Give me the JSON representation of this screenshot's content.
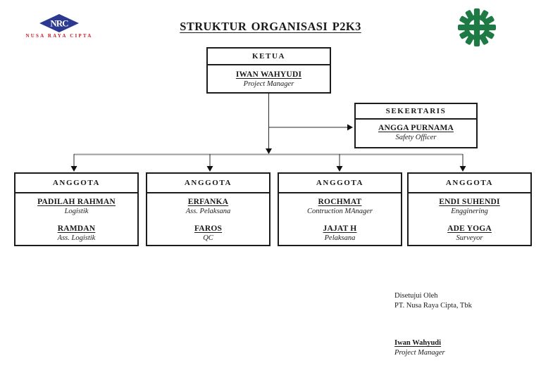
{
  "title": "STRUKTUR ORGANISASI P2K3",
  "logo": {
    "monogram": "NRC",
    "company": "NUSA RAYA CIPTA",
    "diamond_color": "#2b3990",
    "company_color": "#cc2027"
  },
  "safety_icon": {
    "name": "k3-gear-cross",
    "color": "#1e7a45"
  },
  "chart": {
    "ketua": {
      "header": "KETUA",
      "name": "IWAN WAHYUDI",
      "role": "Project Manager"
    },
    "sekertaris": {
      "header": "SEKERTARIS",
      "name": "ANGGA PURNAMA",
      "role": "Safety Officer"
    },
    "anggota": [
      {
        "header": "ANGGOTA",
        "members": [
          {
            "name": "PADILAH RAHMAN",
            "role": "Logistik"
          },
          {
            "name": "RAMDAN",
            "role": "Ass. Logistik"
          }
        ]
      },
      {
        "header": "ANGGOTA",
        "members": [
          {
            "name": "ERFANKA",
            "role": "Ass. Pelaksana"
          },
          {
            "name": "FAROS",
            "role": "QC"
          }
        ]
      },
      {
        "header": "ANGGOTA",
        "members": [
          {
            "name": "ROCHMAT",
            "role": "Contruction MAnager"
          },
          {
            "name": "JAJAT H",
            "role": "Pelaksana"
          }
        ]
      },
      {
        "header": "ANGGOTA",
        "members": [
          {
            "name": "ENDI SUHENDI",
            "role": "Engginering"
          },
          {
            "name": "ADE YOGA",
            "role": "Surveyor"
          }
        ]
      }
    ]
  },
  "approval": {
    "line1": "Disetujui Oleh",
    "line2": "PT. Nusa Raya Cipta, Tbk",
    "signer_name": "Iwan Wahyudi",
    "signer_role": "Project Manager"
  }
}
